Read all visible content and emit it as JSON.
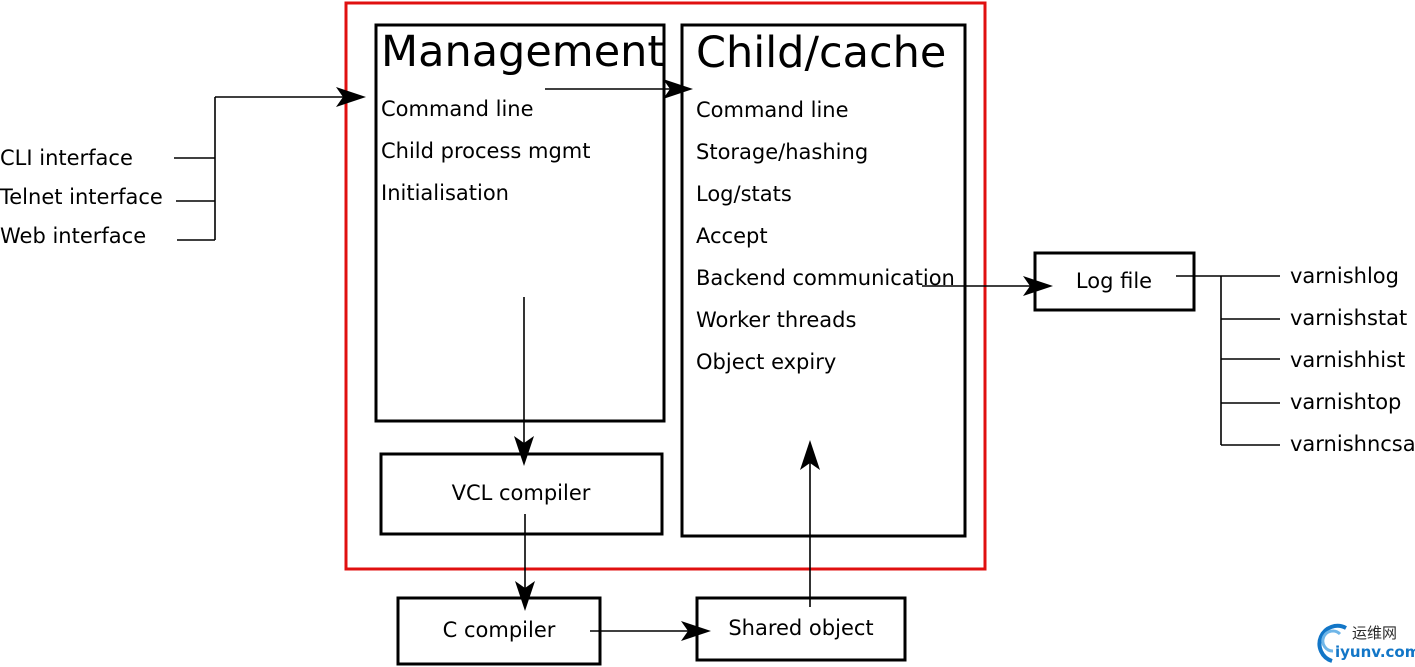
{
  "interfaces": [
    "CLI interface",
    "Telnet interface",
    "Web interface"
  ],
  "management": {
    "title": "Management",
    "items": [
      "Command line",
      "Child process mgmt",
      "Initialisation"
    ]
  },
  "child": {
    "title": "Child/cache",
    "items": [
      "Command line",
      "Storage/hashing",
      "Log/stats",
      "Accept",
      "Backend communication",
      "Worker threads",
      "Object expiry"
    ]
  },
  "boxes": {
    "vcl_compiler": "VCL compiler",
    "c_compiler": "C compiler",
    "shared_object": "Shared object",
    "log_file": "Log file"
  },
  "tools": [
    "varnishlog",
    "varnishstat",
    "varnishhist",
    "varnishtop",
    "varnishncsa"
  ],
  "watermark": {
    "cn": "运维网",
    "en": "iyunv.com"
  },
  "colors": {
    "container_border": "#e01010",
    "line": "#000000",
    "watermark_blue": "#1276c7"
  }
}
